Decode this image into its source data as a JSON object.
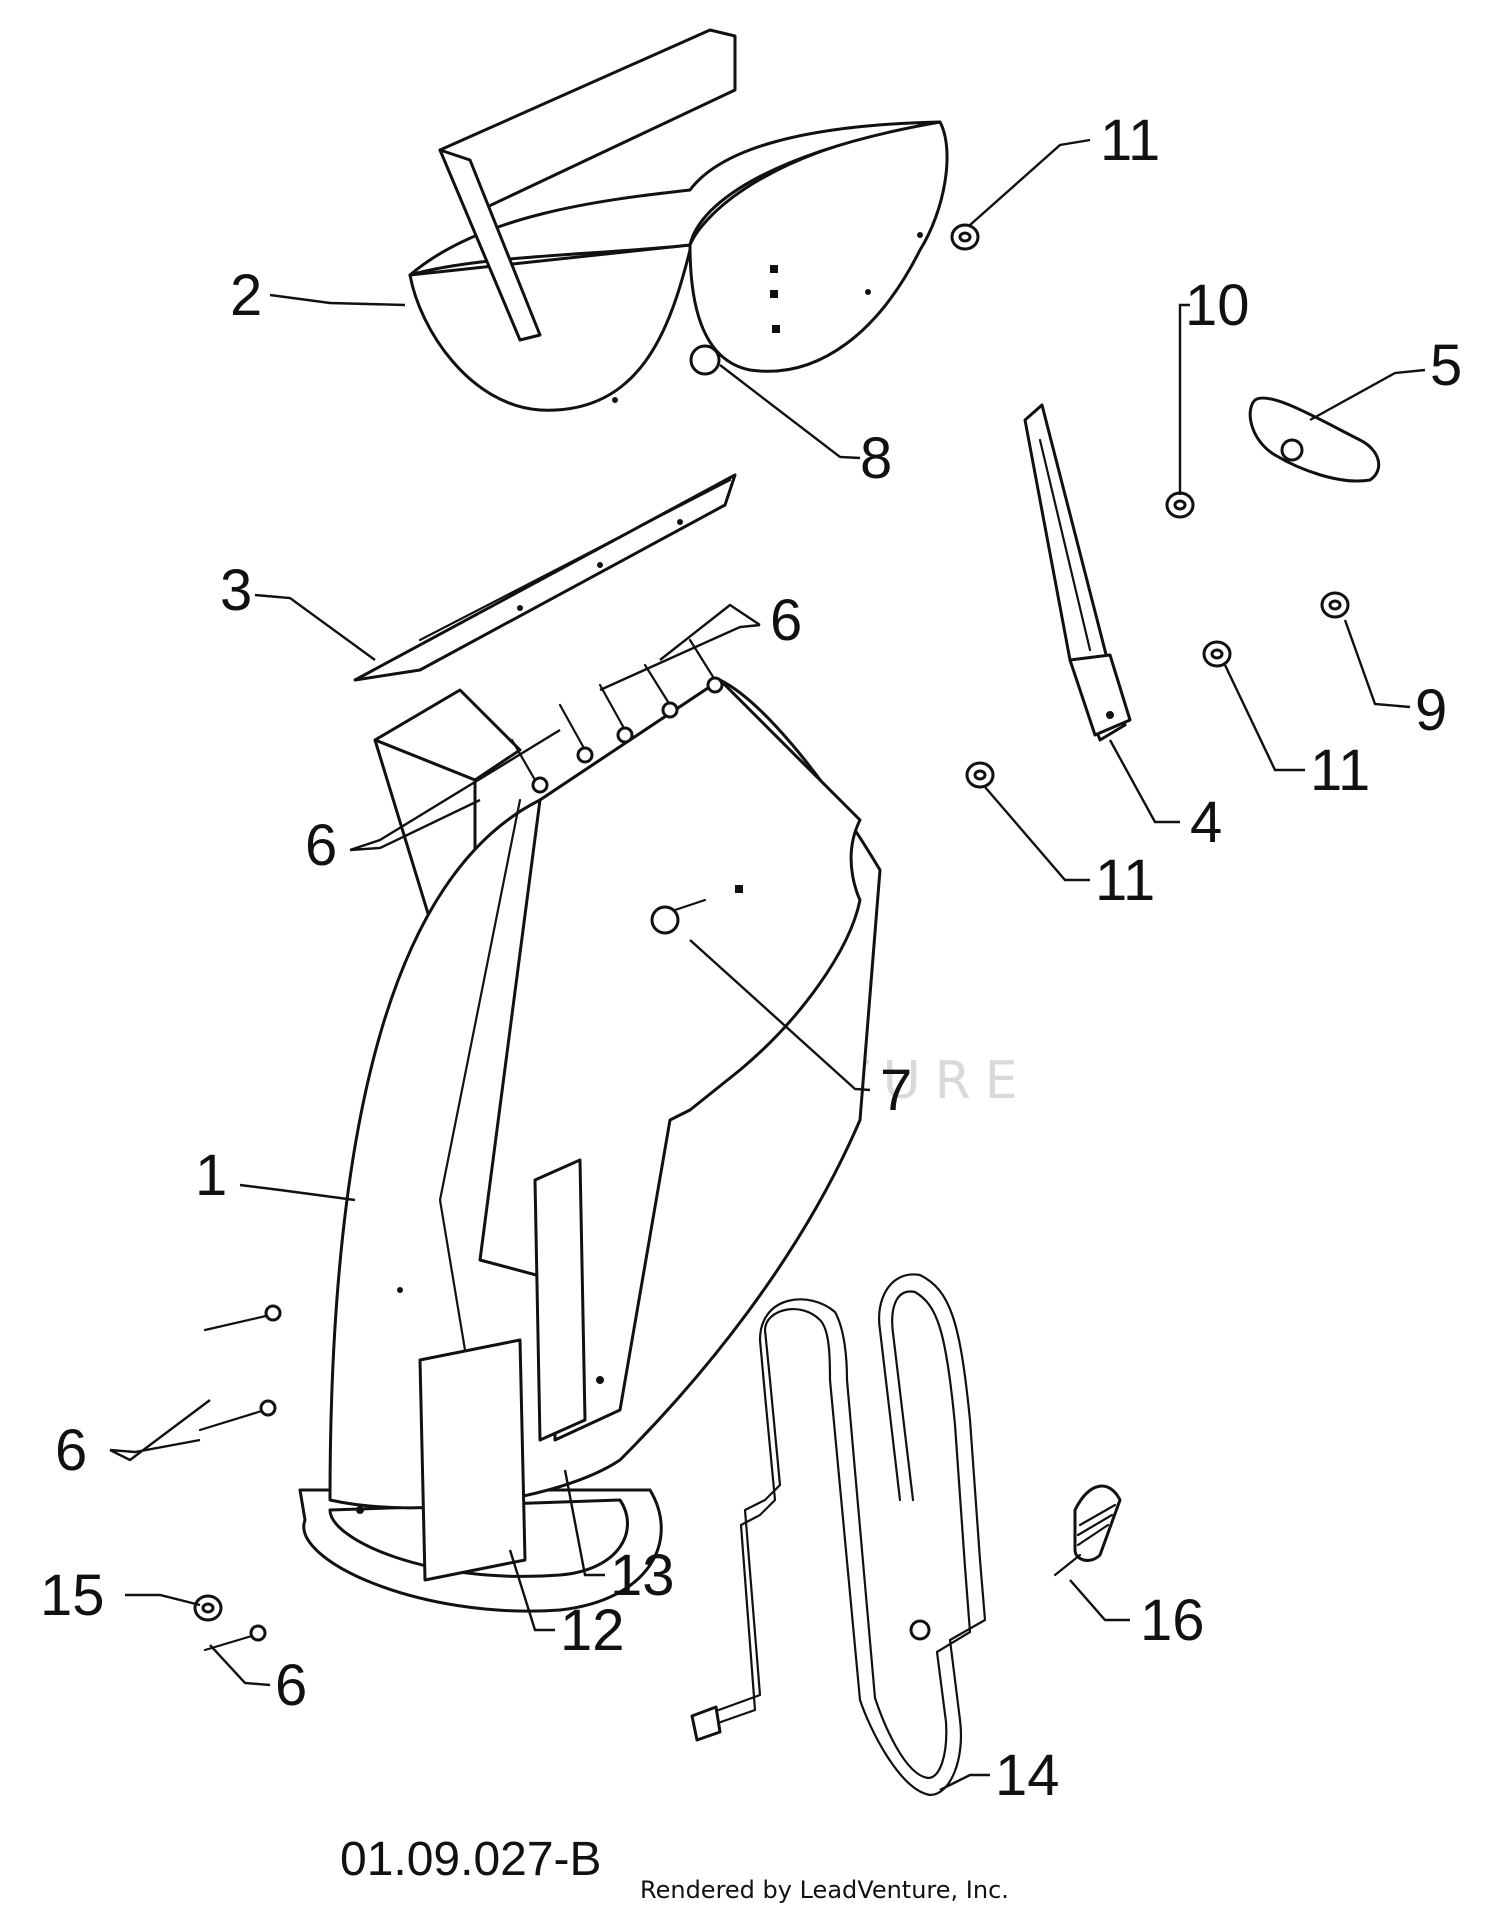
{
  "callouts": [
    {
      "id": "c1",
      "text": "1"
    },
    {
      "id": "c2",
      "text": "2"
    },
    {
      "id": "c3",
      "text": "3"
    },
    {
      "id": "c4",
      "text": "4"
    },
    {
      "id": "c5",
      "text": "5"
    },
    {
      "id": "c6a",
      "text": "6"
    },
    {
      "id": "c6b",
      "text": "6"
    },
    {
      "id": "c6c",
      "text": "6"
    },
    {
      "id": "c6d",
      "text": "6"
    },
    {
      "id": "c7",
      "text": "7"
    },
    {
      "id": "c8",
      "text": "8"
    },
    {
      "id": "c9",
      "text": "9"
    },
    {
      "id": "c10",
      "text": "10"
    },
    {
      "id": "c11a",
      "text": "11"
    },
    {
      "id": "c11b",
      "text": "11"
    },
    {
      "id": "c11c",
      "text": "11"
    },
    {
      "id": "c12",
      "text": "12"
    },
    {
      "id": "c13",
      "text": "13"
    },
    {
      "id": "c14",
      "text": "14"
    },
    {
      "id": "c15",
      "text": "15"
    },
    {
      "id": "c16",
      "text": "16"
    }
  ],
  "watermark": "LEADVENTURE",
  "footer": {
    "diagram_code": "01.09.027-B",
    "rendered_by": "Rendered by LeadVenture, Inc."
  }
}
